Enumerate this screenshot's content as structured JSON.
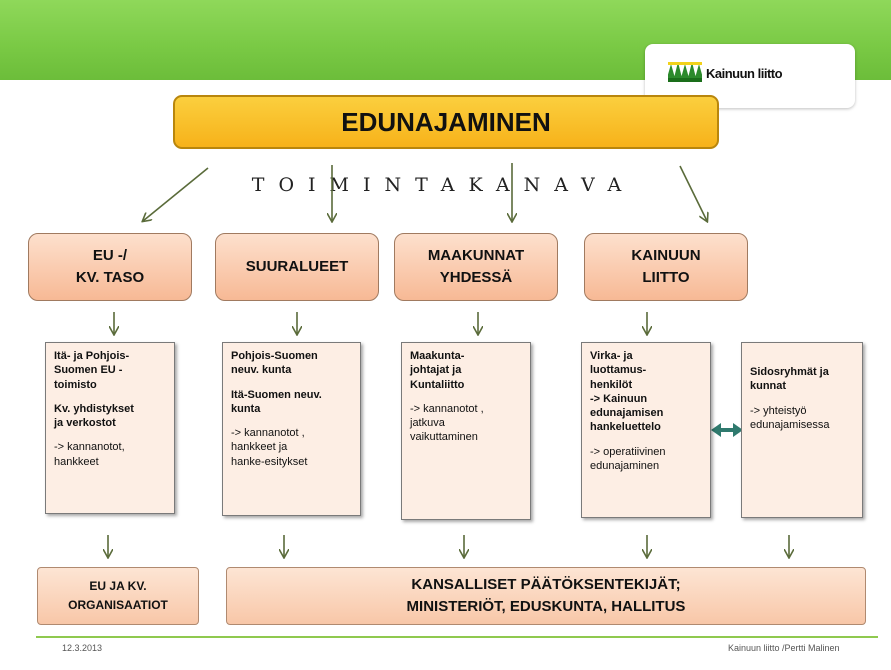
{
  "logo": {
    "text": "Kainuun liitto"
  },
  "title": "EDUNAJAMINEN",
  "channel": "TOIMINTAKANAVA",
  "categories": [
    {
      "label": "EU -/\nKV. TASO"
    },
    {
      "label": "SUURALUEET"
    },
    {
      "label": "MAAKUNNAT\nYHDESSÄ"
    },
    {
      "label": "KAINUUN\nLIITTO"
    }
  ],
  "detail_boxes": [
    {
      "paragraphs": [
        "Itä- ja Pohjois-\nSuomen EU -\ntoimisto",
        "Kv. yhdistykset\nja verkostot",
        "-> kannanotot,\nhankkeet"
      ]
    },
    {
      "paragraphs": [
        "Pohjois-Suomen\nneuv. kunta",
        "Itä-Suomen neuv.\nkunta",
        "-> kannanotot ,\nhankkeet ja\nhanke-esitykset"
      ]
    },
    {
      "paragraphs": [
        "Maakunta-\njohtajat ja\nKuntaliitto",
        "-> kannanotot ,\njatkuva\nvaikuttaminen"
      ]
    },
    {
      "paragraphs": [
        "Virka- ja\nluottamus-\nhenkilöt\n-> Kainuun\nedunajamisen\nhankeluettelo",
        "-> operatiivinen\nedunajaminen"
      ]
    },
    {
      "paragraphs": [
        "Sidosryhmät ja\nkunnat",
        "-> yhteistyö\nedunajamisessa"
      ]
    }
  ],
  "bottom_left": {
    "line1": "EU JA KV.",
    "line2": "ORGANISAATIOT"
  },
  "bottom_right": {
    "line1": "KANSALLISET PÄÄTÖKSENTEKIJÄT;",
    "line2": "MINISTERIÖT,  EDUSKUNTA,  HALLITUS"
  },
  "footer": {
    "date": "12.3.2013",
    "author": "Kainuun liitto /Pertti Malinen"
  },
  "colors": {
    "top_band": "#79c944",
    "title_fill": "#f9c22e",
    "category_fill": "#f7b995",
    "box_fill": "#fdeee4",
    "arrow": "#5a6b3a"
  }
}
